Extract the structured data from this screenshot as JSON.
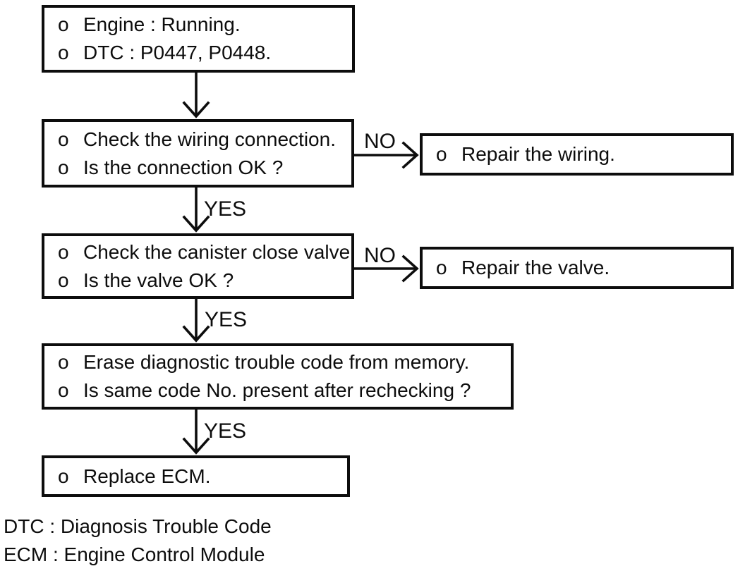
{
  "flowchart": {
    "bullet": "o",
    "nodes": {
      "start": {
        "line1": "Engine : Running.",
        "line2": "DTC : P0447, P0448."
      },
      "check_wiring": {
        "line1": "Check the wiring connection.",
        "line2": "Is the connection OK ?"
      },
      "repair_wiring": {
        "line1": "Repair the wiring."
      },
      "check_valve": {
        "line1": "Check the canister close valve.",
        "line2": "Is the valve OK ?"
      },
      "repair_valve": {
        "line1": "Repair the valve."
      },
      "erase_code": {
        "line1": "Erase diagnostic trouble code from memory.",
        "line2": "Is same code No. present after rechecking ?"
      },
      "replace_ecm": {
        "line1": "Replace ECM."
      }
    },
    "labels": {
      "yes_1": "YES",
      "yes_2": "YES",
      "yes_3": "YES",
      "no_1": "NO",
      "no_2": "NO"
    }
  },
  "legend": {
    "dtc": "DTC : Diagnosis Trouble Code",
    "ecm": "ECM : Engine Control Module"
  },
  "colors": {
    "ink": "#0d0d0d",
    "paper": "#ffffff"
  }
}
